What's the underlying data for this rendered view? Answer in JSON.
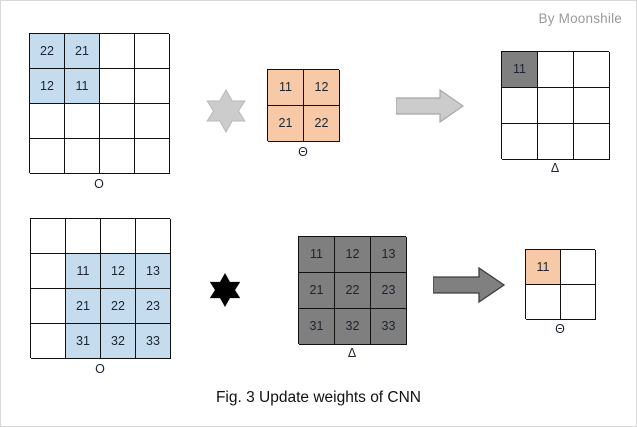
{
  "figure": {
    "credit": "By Moonshile",
    "caption": "Fig. 3 Update weights of CNN",
    "colors": {
      "input_highlight": "#c5dcef",
      "theta_highlight": "#f7c9a6",
      "delta_fill": "#7f7f7f",
      "delta_highlight": "#6a6a6a",
      "grid_line": "#111111",
      "arrow_top": "#cccccc",
      "arrow_bottom": "#808080",
      "star_top": "#cccccc",
      "star_bottom": "#000000",
      "credit_text": "#9a9a9a",
      "background": "#ffffff"
    }
  },
  "row_top": {
    "input": {
      "label": "O",
      "rows": 4,
      "cols": 4,
      "cells": [
        [
          {
            "value": "22",
            "fill": "blue"
          },
          {
            "value": "21",
            "fill": "blue"
          },
          {
            "value": "",
            "fill": "none"
          },
          {
            "value": "",
            "fill": "none"
          }
        ],
        [
          {
            "value": "12",
            "fill": "blue"
          },
          {
            "value": "11",
            "fill": "blue"
          },
          {
            "value": "",
            "fill": "none"
          },
          {
            "value": "",
            "fill": "none"
          }
        ],
        [
          {
            "value": "",
            "fill": "none"
          },
          {
            "value": "",
            "fill": "none"
          },
          {
            "value": "",
            "fill": "none"
          },
          {
            "value": "",
            "fill": "none"
          }
        ],
        [
          {
            "value": "",
            "fill": "none"
          },
          {
            "value": "",
            "fill": "none"
          },
          {
            "value": "",
            "fill": "none"
          },
          {
            "value": "",
            "fill": "none"
          }
        ]
      ]
    },
    "operator": {
      "name": "star-operator-outline",
      "glyph": "✶"
    },
    "kernel": {
      "label": "Θ",
      "rows": 2,
      "cols": 2,
      "cells": [
        [
          {
            "value": "11",
            "fill": "orange"
          },
          {
            "value": "12",
            "fill": "orange"
          }
        ],
        [
          {
            "value": "21",
            "fill": "orange"
          },
          {
            "value": "22",
            "fill": "orange"
          }
        ]
      ]
    },
    "arrow": {
      "name": "right-arrow-light",
      "direction": "right"
    },
    "output": {
      "label": "Δ",
      "rows": 3,
      "cols": 3,
      "cells": [
        [
          {
            "value": "11",
            "fill": "gray"
          },
          {
            "value": "",
            "fill": "none"
          },
          {
            "value": "",
            "fill": "none"
          }
        ],
        [
          {
            "value": "",
            "fill": "none"
          },
          {
            "value": "",
            "fill": "none"
          },
          {
            "value": "",
            "fill": "none"
          }
        ],
        [
          {
            "value": "",
            "fill": "none"
          },
          {
            "value": "",
            "fill": "none"
          },
          {
            "value": "",
            "fill": "none"
          }
        ]
      ]
    }
  },
  "row_bottom": {
    "input": {
      "label": "O",
      "rows": 4,
      "cols": 4,
      "cells": [
        [
          {
            "value": "",
            "fill": "none"
          },
          {
            "value": "",
            "fill": "none"
          },
          {
            "value": "",
            "fill": "none"
          },
          {
            "value": "",
            "fill": "none"
          }
        ],
        [
          {
            "value": "",
            "fill": "none"
          },
          {
            "value": "11",
            "fill": "blue"
          },
          {
            "value": "12",
            "fill": "blue"
          },
          {
            "value": "13",
            "fill": "blue"
          }
        ],
        [
          {
            "value": "",
            "fill": "none"
          },
          {
            "value": "21",
            "fill": "blue"
          },
          {
            "value": "22",
            "fill": "blue"
          },
          {
            "value": "23",
            "fill": "blue"
          }
        ],
        [
          {
            "value": "",
            "fill": "none"
          },
          {
            "value": "31",
            "fill": "blue"
          },
          {
            "value": "32",
            "fill": "blue"
          },
          {
            "value": "33",
            "fill": "blue"
          }
        ]
      ]
    },
    "operator": {
      "name": "star-operator-solid",
      "glyph": "✶"
    },
    "kernel": {
      "label": "Δ",
      "rows": 3,
      "cols": 3,
      "cells": [
        [
          {
            "value": "11",
            "fill": "gray"
          },
          {
            "value": "12",
            "fill": "gray"
          },
          {
            "value": "13",
            "fill": "gray"
          }
        ],
        [
          {
            "value": "21",
            "fill": "gray"
          },
          {
            "value": "22",
            "fill": "gray"
          },
          {
            "value": "23",
            "fill": "gray"
          }
        ],
        [
          {
            "value": "31",
            "fill": "gray"
          },
          {
            "value": "32",
            "fill": "gray"
          },
          {
            "value": "33",
            "fill": "gray"
          }
        ]
      ]
    },
    "arrow": {
      "name": "right-arrow-dark",
      "direction": "right"
    },
    "output": {
      "label": "Θ",
      "rows": 2,
      "cols": 2,
      "cells": [
        [
          {
            "value": "11",
            "fill": "orange"
          },
          {
            "value": "",
            "fill": "none"
          }
        ],
        [
          {
            "value": "",
            "fill": "none"
          },
          {
            "value": "",
            "fill": "none"
          }
        ]
      ]
    }
  }
}
